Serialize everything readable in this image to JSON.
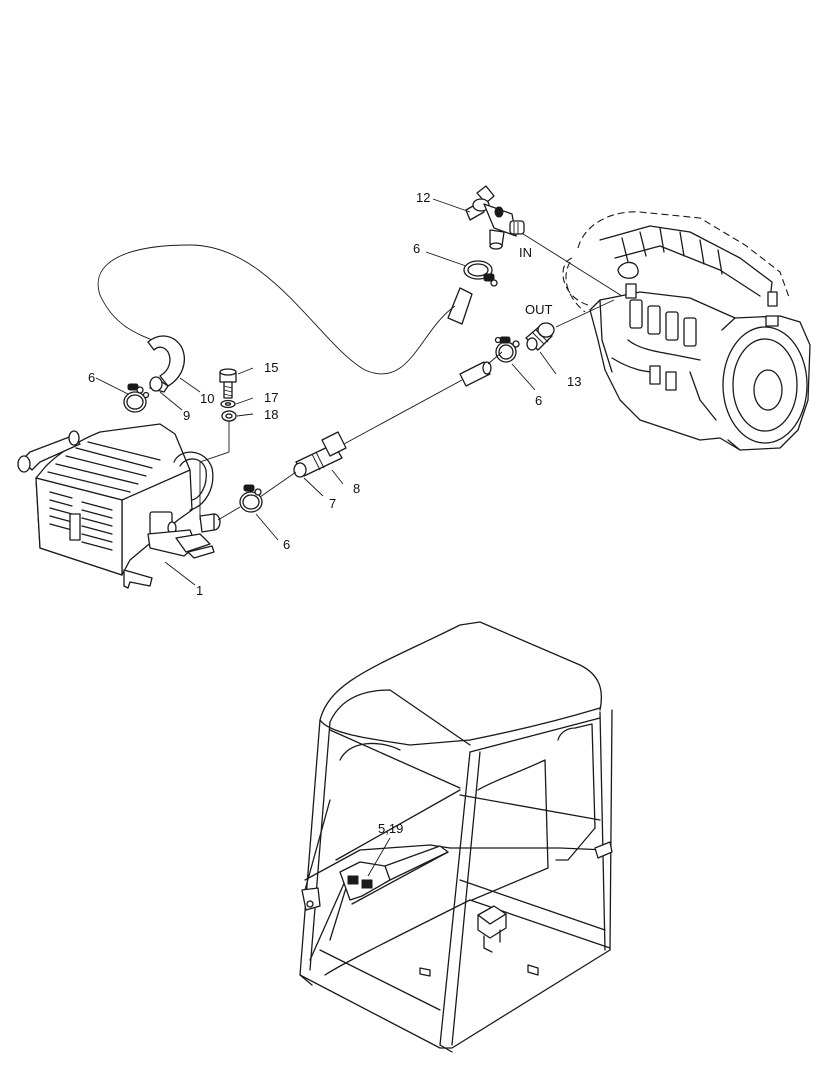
{
  "callouts": {
    "c12": "12",
    "c6_top": "6",
    "in_label": "IN",
    "out_label": "OUT",
    "c15": "15",
    "c17": "17",
    "c18": "18",
    "c6_left": "6",
    "c9": "9",
    "c10": "10",
    "c13": "13",
    "c6_mid": "6",
    "c8": "8",
    "c7": "7",
    "c6_bottom": "6",
    "c1": "1",
    "c5_19": "5,19"
  },
  "colors": {
    "line": "#1a1a1a",
    "background": "#ffffff"
  }
}
